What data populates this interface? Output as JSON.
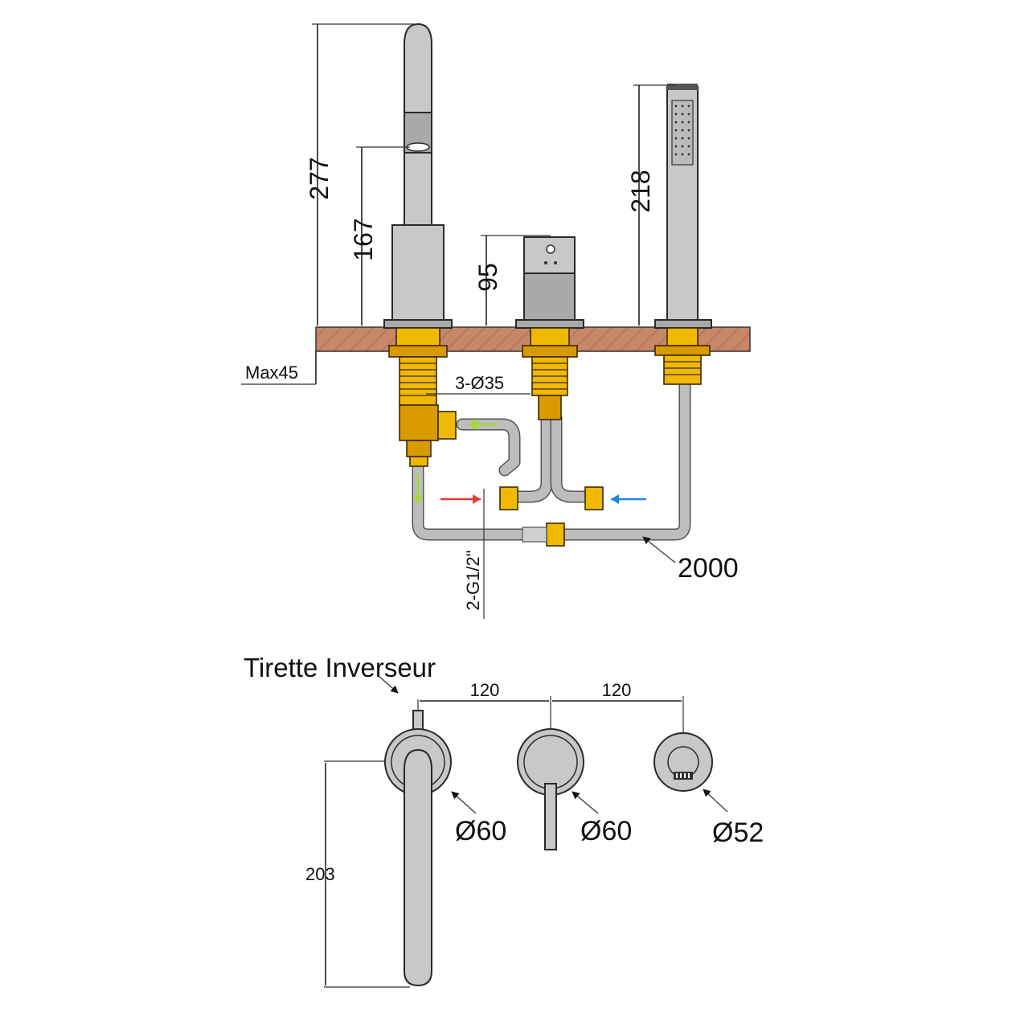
{
  "dimensions": {
    "spout_total_height": "277",
    "spout_body_height": "167",
    "mixer_height": "95",
    "handshower_height": "218",
    "deck_max_thickness": "Max45",
    "hole_diameter": "3-Ø35",
    "inlet_thread": "2-G1/2\"",
    "hose_length": "2000",
    "spacing_left": "120",
    "spacing_right": "120",
    "spout_base_diameter": "Ø60",
    "mixer_base_diameter": "Ø60",
    "handshower_base_diameter": "Ø52",
    "spout_reach": "203"
  },
  "labels": {
    "diverter_pull": "Tirette Inverseur"
  },
  "colors": {
    "deck": "#c9876a",
    "brass": "#f0b800",
    "chrome": "#c8c8c8",
    "hot_arrow": "#e53935",
    "cold_arrow": "#1e88e5",
    "flow_arrow": "#a5d63a"
  }
}
